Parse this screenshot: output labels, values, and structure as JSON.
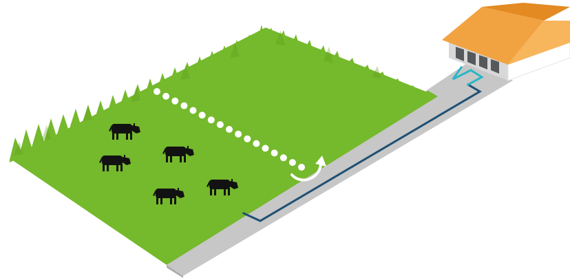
{
  "scene": {
    "elements": [
      "pasture",
      "walkway",
      "barn",
      "water-pipe",
      "fence-line",
      "cows"
    ]
  },
  "colors": {
    "grass": "#75b92c",
    "grass_dark": "#5e9a1f",
    "walkway": "#c7c7c7",
    "walkway_edge": "#adadad",
    "pipe_dark": "#1f5073",
    "pipe_light": "#29b7c6",
    "roof": "#f2a341",
    "roof_dark": "#e38a22",
    "barn_wall": "#ffffff",
    "barn_side": "#d3d3d3",
    "barn_door": "#55595c",
    "cow": "#121212",
    "fence": "#ffffff"
  },
  "herd": {
    "cow_count": 5
  },
  "icons": {
    "fence_end": "curved-arrow-icon",
    "cow": "cow-icon",
    "barn": "barn-icon"
  }
}
